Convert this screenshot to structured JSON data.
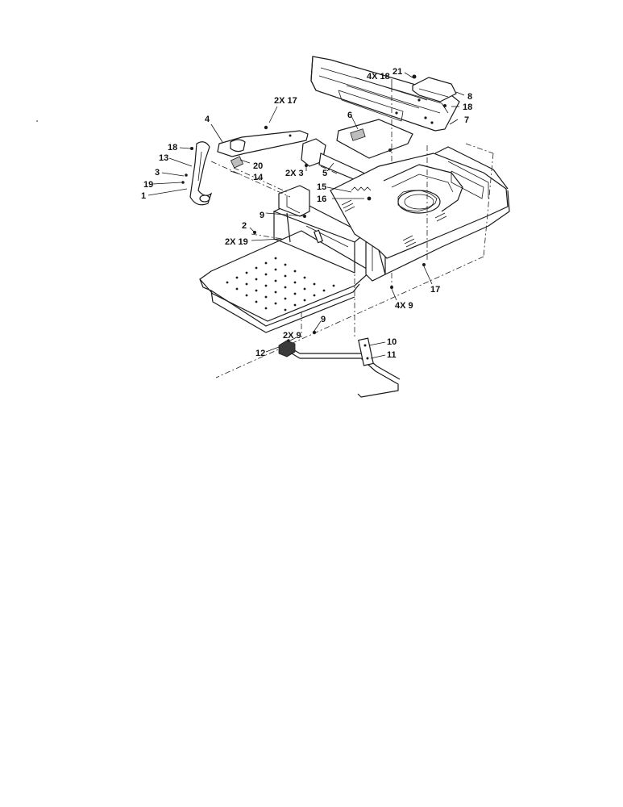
{
  "callouts": {
    "c_2x17": "2X 17",
    "c_4x18": "4X 18",
    "c_21": "21",
    "c_8": "8",
    "c_18a": "18",
    "c_7": "7",
    "c_4": "4",
    "c_6": "6",
    "c_18b": "18",
    "c_13": "13",
    "c_20": "20",
    "c_3": "3",
    "c_2x3": "2X 3",
    "c_5": "5",
    "c_14": "14",
    "c_19": "19",
    "c_1": "1",
    "c_15": "15",
    "c_16": "16",
    "c_9a": "9",
    "c_2": "2",
    "c_2x19": "2X 19",
    "c_17": "17",
    "c_4x9": "4X 9",
    "c_9b": "9",
    "c_2x9": "2X 9",
    "c_10": "10",
    "c_12": "12",
    "c_11": "11"
  }
}
